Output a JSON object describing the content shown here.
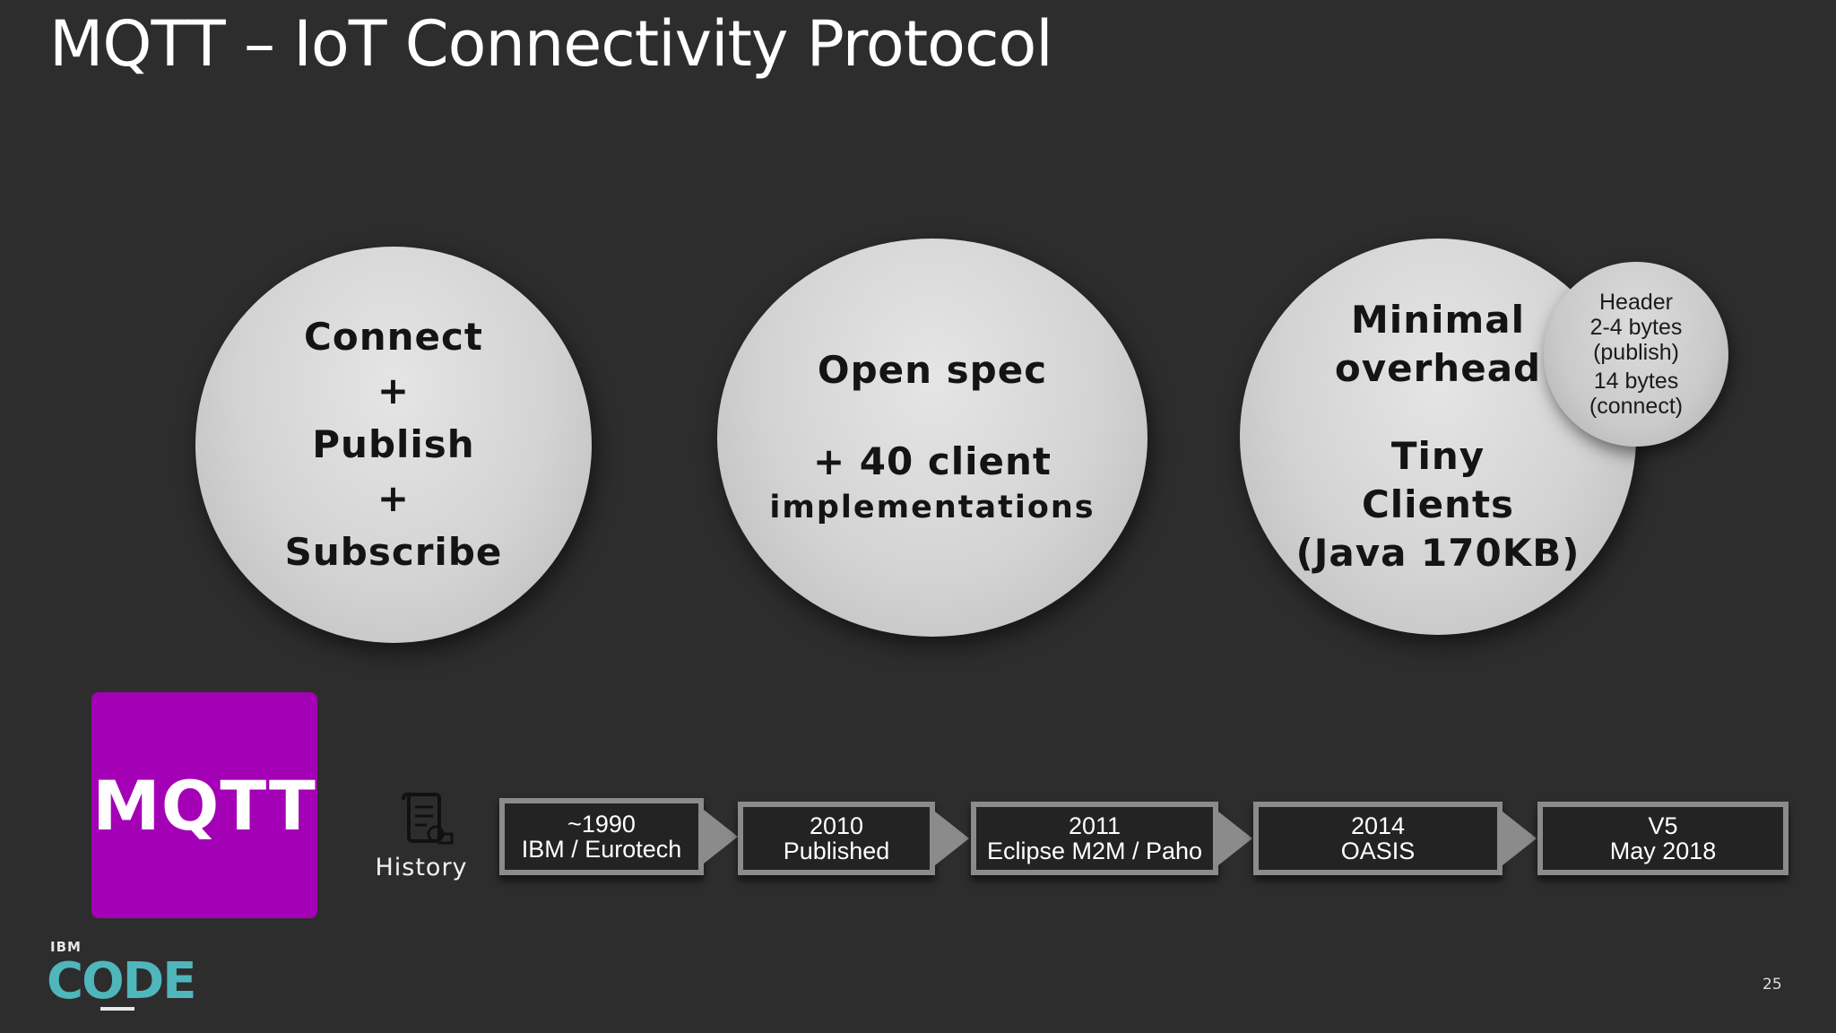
{
  "slide": {
    "title": "MQTT – IoT Connectivity Protocol",
    "page_number": "25"
  },
  "bubbles": {
    "first": {
      "lines": [
        "Connect",
        "+",
        "Publish",
        "+",
        "Subscribe"
      ]
    },
    "second": {
      "line1": "Open spec",
      "line2": "+ 40 client",
      "line3": "implementations"
    },
    "third": {
      "line1": "Minimal",
      "line2": "overhead",
      "line3": "Tiny",
      "line4": "Clients",
      "line5": "(Java 170KB)"
    },
    "mini": {
      "line1": "Header",
      "line2": "2-4 bytes",
      "line3": "(publish)",
      "line4": "14 bytes",
      "line5": "(connect)"
    }
  },
  "logo": {
    "text": "MQTT",
    "color": "#a400b6"
  },
  "history": {
    "label": "History",
    "icon": "document-scroll-icon"
  },
  "timeline": [
    {
      "line1": "~1990",
      "line2": "IBM / Eurotech"
    },
    {
      "line1": "2010",
      "line2": "Published"
    },
    {
      "line1": "2011",
      "line2": "Eclipse M2M / Paho"
    },
    {
      "line1": "2014",
      "line2": "OASIS"
    },
    {
      "line1": "V5",
      "line2": "May 2018"
    }
  ],
  "branding": {
    "small": "IBM",
    "large": "CODE",
    "accent": "#4fb6bc"
  }
}
